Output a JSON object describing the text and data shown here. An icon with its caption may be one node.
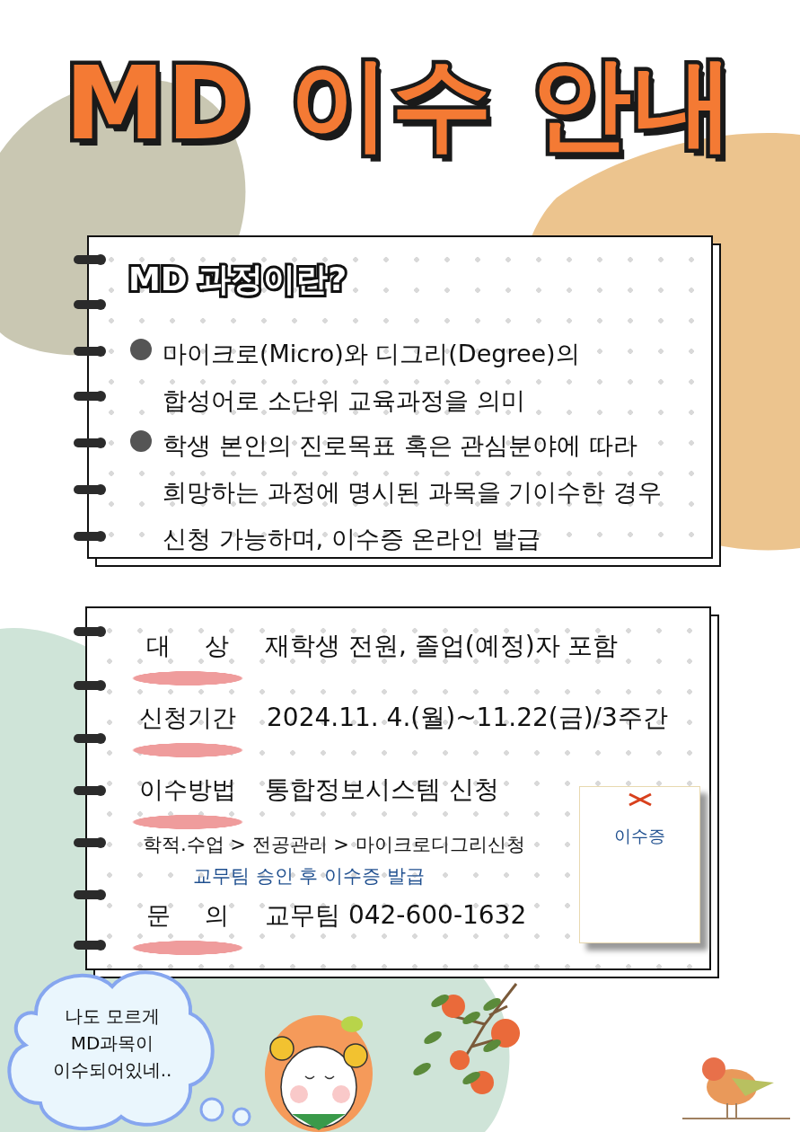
{
  "diagram": {
    "title": "MD 이수 안내",
    "nodes": [
      {
        "text": [
          "MD 과정이란?",
          "마이크로(Micro)와 디그리(Degree)의 합성어로 소단위 교육과정을 의미",
          "학생 본인의 진로목표 혹은 관심분야에 따라 희망하는 과정에 명시된 과목을 기이수한 경우 신청 가능하며, 이수증 온라인 발급"
        ]
      },
      {
        "text": [
          "대 상",
          "재학생 전원, 졸업(예정)자 포함",
          "신청기간",
          "2024.11. 4.(월)~11.22(금)/3주간",
          "이수방법",
          "통합정보시스템 신청",
          "학적.수업 > 전공관리 > 마이크로디그리신청",
          "교무팀 승인 후 이수증 발급",
          "문 의",
          "교무팀 042-600-1632"
        ]
      },
      {
        "text": [
          "이수증"
        ],
        "in": 1
      },
      {
        "text": [
          "나도 모르게 MD과목이 이수되어있네.."
        ]
      }
    ],
    "edges": []
  }
}
